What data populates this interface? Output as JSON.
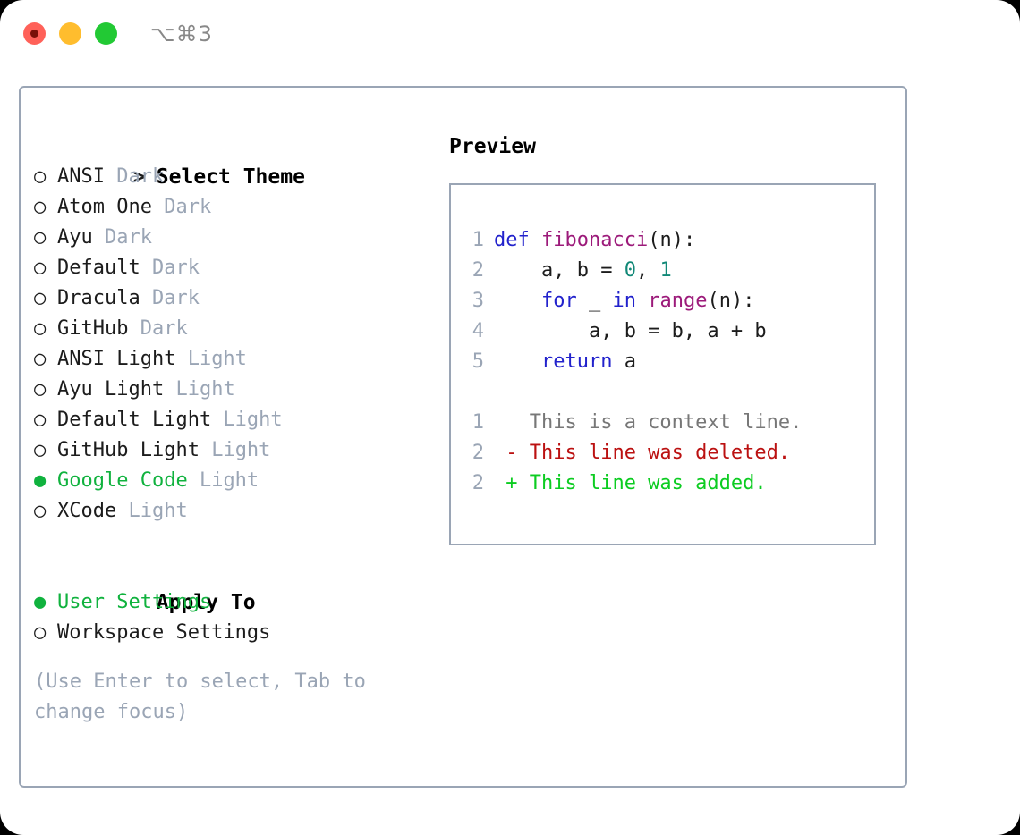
{
  "window": {
    "shortcut_title": "⌥⌘3",
    "traffic_lights": [
      {
        "name": "close",
        "color": "#ff6159"
      },
      {
        "name": "minimize",
        "color": "#ffbd2e"
      },
      {
        "name": "maximize",
        "color": "#22c934"
      }
    ]
  },
  "colors": {
    "accent_green": "#10b23e",
    "muted": "#9aa5b5",
    "border": "#9aa5b5",
    "keyword": "#2222cc",
    "function": "#9c1a7a",
    "number": "#118877",
    "diff_added": "#0ccc21",
    "diff_deleted": "#bb1111",
    "diff_context": "#777777"
  },
  "theme_section": {
    "header_prefix": "> ",
    "header": "Select Theme",
    "marker_selected": "●",
    "marker_unselected": "○",
    "items": [
      {
        "label": "ANSI",
        "tag": "Dark",
        "selected": false
      },
      {
        "label": "Atom One",
        "tag": "Dark",
        "selected": false
      },
      {
        "label": "Ayu",
        "tag": "Dark",
        "selected": false
      },
      {
        "label": "Default",
        "tag": "Dark",
        "selected": false
      },
      {
        "label": "Dracula",
        "tag": "Dark",
        "selected": false
      },
      {
        "label": "GitHub",
        "tag": "Dark",
        "selected": false
      },
      {
        "label": "ANSI Light",
        "tag": "Light",
        "selected": false
      },
      {
        "label": "Ayu Light",
        "tag": "Light",
        "selected": false
      },
      {
        "label": "Default Light",
        "tag": "Light",
        "selected": false
      },
      {
        "label": "GitHub Light",
        "tag": "Light",
        "selected": false
      },
      {
        "label": "Google Code",
        "tag": "Light",
        "selected": true
      },
      {
        "label": "XCode",
        "tag": "Light",
        "selected": false
      }
    ]
  },
  "apply_section": {
    "header": "Apply To",
    "items": [
      {
        "label": "User Settings",
        "selected": true
      },
      {
        "label": "Workspace Settings",
        "selected": false
      }
    ]
  },
  "hint": "(Use Enter to select, Tab to change focus)",
  "preview": {
    "title": "Preview",
    "code_lines": [
      {
        "n": "1",
        "tokens": [
          {
            "t": "def ",
            "c": "kw"
          },
          {
            "t": "fibonacci",
            "c": "fn"
          },
          {
            "t": "(n):",
            "c": "pl"
          }
        ]
      },
      {
        "n": "2",
        "tokens": [
          {
            "t": "    a, b = ",
            "c": "pl"
          },
          {
            "t": "0",
            "c": "num"
          },
          {
            "t": ", ",
            "c": "pl"
          },
          {
            "t": "1",
            "c": "num"
          }
        ]
      },
      {
        "n": "3",
        "tokens": [
          {
            "t": "    ",
            "c": "pl"
          },
          {
            "t": "for",
            "c": "kw"
          },
          {
            "t": " _ ",
            "c": "pl"
          },
          {
            "t": "in",
            "c": "kw"
          },
          {
            "t": " ",
            "c": "pl"
          },
          {
            "t": "range",
            "c": "fn"
          },
          {
            "t": "(n):",
            "c": "pl"
          }
        ]
      },
      {
        "n": "4",
        "tokens": [
          {
            "t": "        a, b = b, a + b",
            "c": "pl"
          }
        ]
      },
      {
        "n": "5",
        "tokens": [
          {
            "t": "    ",
            "c": "pl"
          },
          {
            "t": "return",
            "c": "kw"
          },
          {
            "t": " a",
            "c": "pl"
          }
        ]
      },
      {
        "n": "",
        "tokens": []
      },
      {
        "n": "1",
        "tokens": [
          {
            "t": "   This is a context line.",
            "c": "ctx"
          }
        ]
      },
      {
        "n": "2",
        "tokens": [
          {
            "t": " - This line was deleted.",
            "c": "del"
          }
        ]
      },
      {
        "n": "2",
        "tokens": [
          {
            "t": " + This line was added.",
            "c": "add"
          }
        ]
      }
    ]
  }
}
